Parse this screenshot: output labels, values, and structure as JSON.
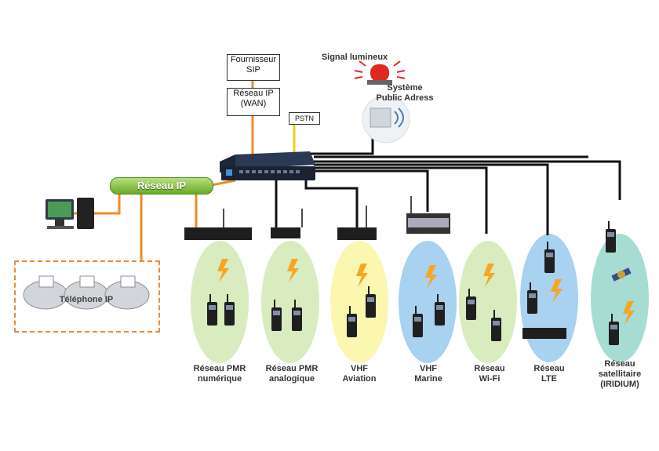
{
  "nodes": {
    "sip_provider": "Fournisseur\nSIP",
    "wan": "Réseau IP\n(WAN)",
    "pstn": "PSTN",
    "signal_light": "Signal lumineux",
    "public_address": "Système\nPublic Adress",
    "ip_network": "Réseau IP",
    "ip_phone": "Téléphone IP"
  },
  "networks": [
    {
      "label": "Réseau PMR\nnumérique",
      "color": "#d8ecc0"
    },
    {
      "label": "Réseau PMR\nanalogique",
      "color": "#d8ecc0"
    },
    {
      "label": "VHF\nAviation",
      "color": "#fbf6b0"
    },
    {
      "label": "VHF\nMarine",
      "color": "#a9d1f0"
    },
    {
      "label": "Réseau\nWi-Fi",
      "color": "#d8ecc0"
    },
    {
      "label": "Réseau\nLTE",
      "color": "#a9d1f0"
    },
    {
      "label": "Réseau\nsatellitaire\n(IRIDIUM)",
      "color": "#a6dcd2"
    }
  ],
  "colors": {
    "ip_link": "#f08a2a",
    "radio_link": "#111111",
    "pstn_link": "#e8d21a",
    "bolt": "#f5a623"
  },
  "icons": [
    "gateway-device",
    "signal-light-icon",
    "speaker-icon",
    "computer-icon",
    "ip-phone-icon",
    "antenna-icon",
    "radio-handset-icon",
    "base-station-icon",
    "satellite-icon"
  ]
}
